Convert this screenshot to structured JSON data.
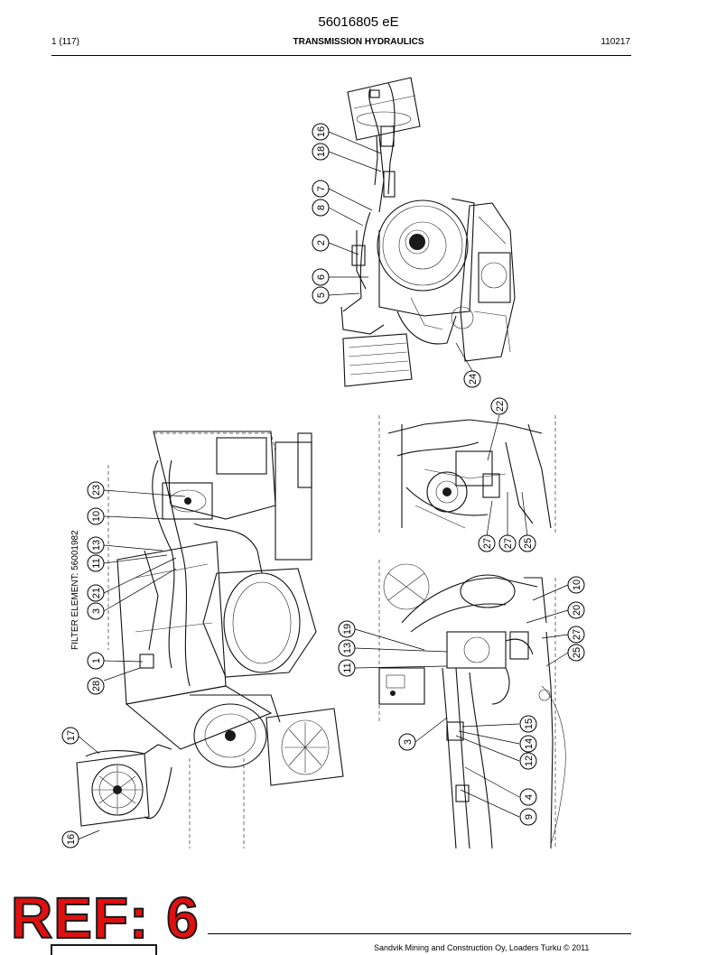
{
  "header": {
    "doc_number": "56016805 eE",
    "page": "1 (117)",
    "title": "TRANSMISSION HYDRAULICS",
    "date_code": "110217"
  },
  "filter_label": "FILTER ELEMENT: 56001982",
  "callouts": {
    "top": [
      "16",
      "18",
      "7",
      "8",
      "2",
      "6",
      "5",
      "24"
    ],
    "right_upper": [
      "22",
      "27",
      "27",
      "25"
    ],
    "left": [
      "23",
      "10",
      "13",
      "11",
      "21",
      "3",
      "1",
      "28",
      "17",
      "16"
    ],
    "right_lower": [
      "10",
      "20",
      "27",
      "25",
      "19",
      "13",
      "11",
      "3",
      "15",
      "14",
      "12",
      "4",
      "9"
    ]
  },
  "ref_stamp": "REF: 6",
  "footer": {
    "copyright": "Sandvik Mining and Construction Oy, Loaders Turku © 2011"
  }
}
